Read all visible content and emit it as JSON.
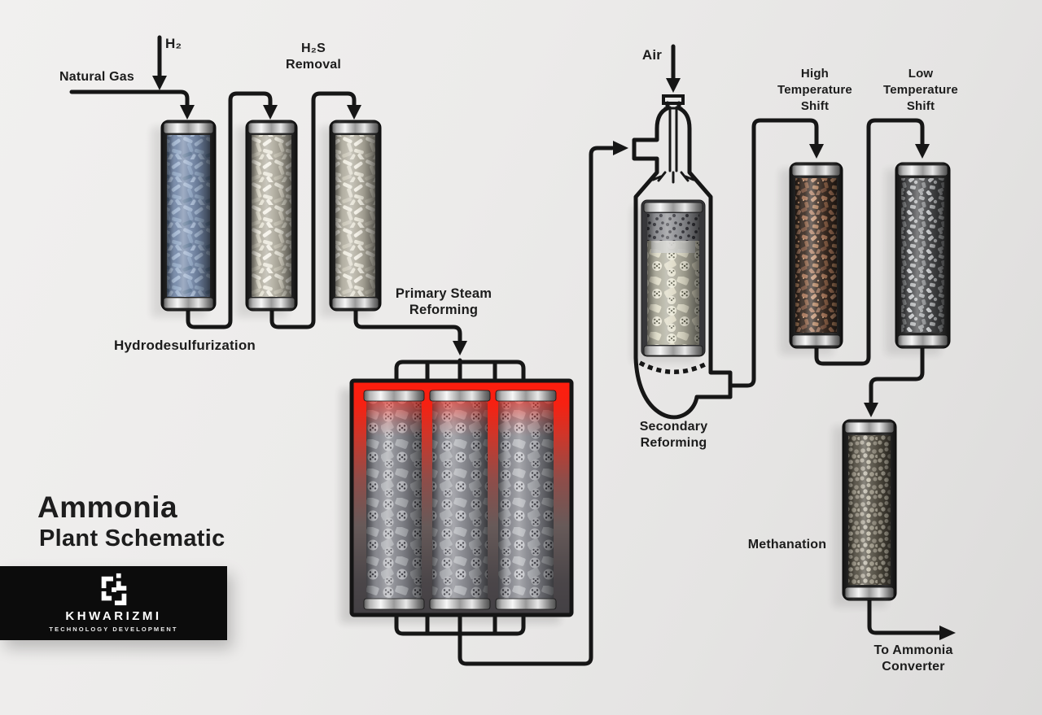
{
  "title": {
    "line1": "Ammonia",
    "line2": "Plant Schematic"
  },
  "brand": {
    "name": "KHWARIZMI",
    "tagline": "TECHNOLOGY DEVELOPMENT"
  },
  "labels": {
    "h2": "H₂",
    "natural_gas": "Natural Gas",
    "h2s_removal": [
      "H₂S",
      "Removal"
    ],
    "hydrodesulfurization": "Hydrodesulfurization",
    "primary_steam_reforming": [
      "Primary Steam",
      "Reforming"
    ],
    "air": "Air",
    "secondary_reforming": [
      "Secondary",
      "Reforming"
    ],
    "high_temperature_shift": [
      "High",
      "Temperature",
      "Shift"
    ],
    "low_temperature_shift": [
      "Low",
      "Temperature",
      "Shift"
    ],
    "methanation": "Methanation",
    "to_ammonia_converter": [
      "To Ammonia",
      "Converter"
    ]
  },
  "stages": [
    {
      "name": "Hydrodesulfurization",
      "catalyst_color": "#8ba3c2"
    },
    {
      "name": "H₂S Removal",
      "catalyst_color": "#eae7db"
    },
    {
      "name": "Primary Steam Reforming",
      "catalyst_color": "#b8b9be"
    },
    {
      "name": "Secondary Reforming",
      "catalyst_color": "#e9e7d5"
    },
    {
      "name": "High Temperature Shift",
      "catalyst_color": "#a8775a"
    },
    {
      "name": "Low Temperature Shift",
      "catalyst_color": "#a9abad"
    },
    {
      "name": "Methanation",
      "catalyst_color": "#a49e8e"
    }
  ],
  "colors": {
    "background": "#ebeae9",
    "line": "#161616",
    "text": "#1c1c1c",
    "banner": "#0c0c0c",
    "banner_text": "#ffffff",
    "furnace_glow": "#ff1d0d"
  }
}
